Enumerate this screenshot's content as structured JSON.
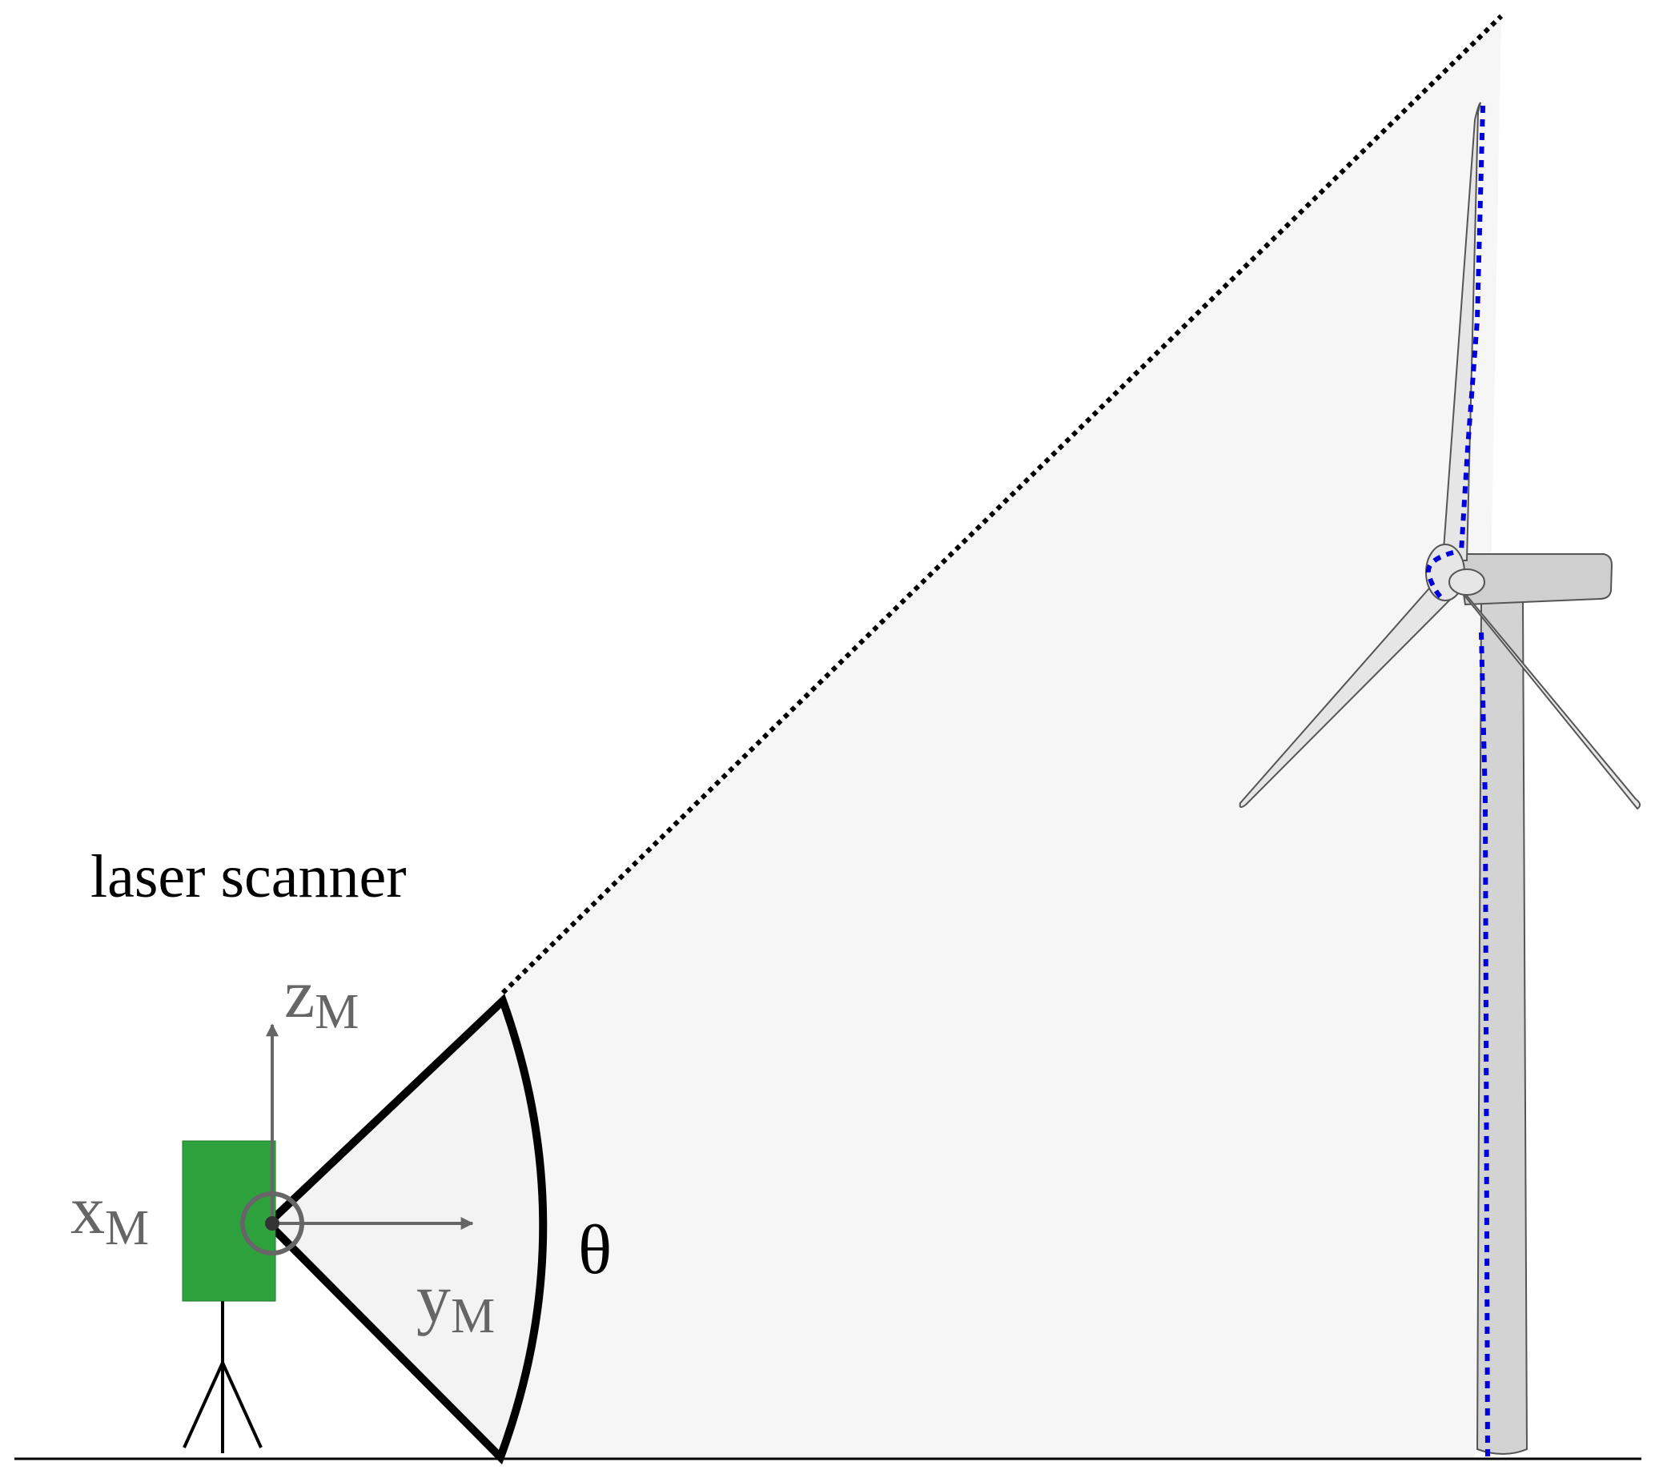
{
  "labels": {
    "scanner": "laser scanner",
    "x_axis": "x",
    "x_axis_sub": "M",
    "y_axis": "y",
    "y_axis_sub": "M",
    "z_axis": "z",
    "z_axis_sub": "M",
    "angle": "θ"
  },
  "colors": {
    "scanner_body": "#2ea23c",
    "axes": "#666666",
    "scan_region": "#f6f6f6",
    "turbine_fill": "#d3d3d3",
    "turbine_blade": "#e6e6e6",
    "dotted_line": "#0000dd",
    "outline": "#000000"
  }
}
